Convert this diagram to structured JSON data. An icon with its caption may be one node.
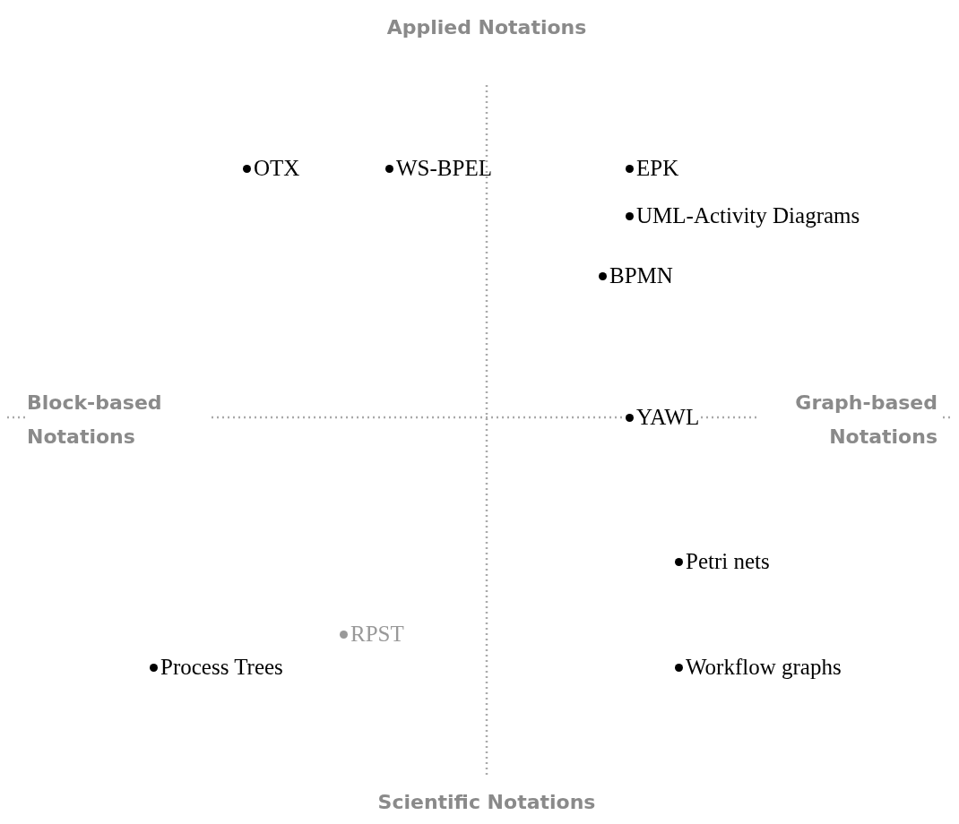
{
  "diagram": {
    "labels": [
      "Applied Notations",
      "OTX",
      "WS-BPEL",
      "EPK",
      "UML-Activity Diagrams",
      "BPMN",
      "Block-based Notations",
      "YAWL",
      "Graph-based Notations",
      "Petri nets",
      "RPST",
      "Process Trees",
      "Workflow graphs",
      "Scientific Notations"
    ]
  }
}
